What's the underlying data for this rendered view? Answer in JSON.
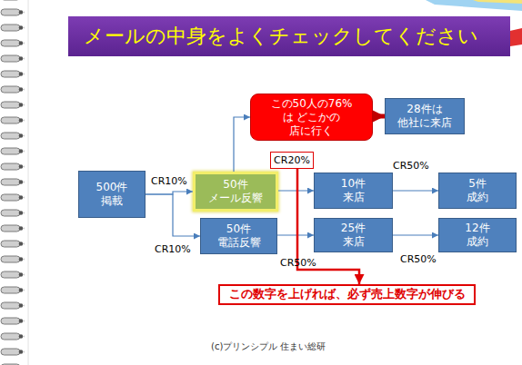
{
  "diagram": {
    "title": "メールの中身をよくチェックしてください",
    "nodes": [
      {
        "text": [
          "この50人の76%は どこかの 店に行く"
        ]
      },
      {
        "text": [
          "28件は 他社に来店"
        ]
      },
      {
        "text": [
          "CR20%"
        ]
      },
      {
        "text": [
          "500件 掲載"
        ]
      },
      {
        "text": [
          "50件 メール反響"
        ]
      },
      {
        "text": [
          "10件 来店"
        ]
      },
      {
        "text": [
          "5件 成約"
        ]
      },
      {
        "text": [
          "50件 電話反響"
        ]
      },
      {
        "text": [
          "25件 来店"
        ]
      },
      {
        "text": [
          "12件 成約"
        ]
      },
      {
        "text": [
          "この数字を上げれば、必ず売上数字が伸びる"
        ]
      }
    ],
    "edges": [
      {
        "from": 3,
        "to": 4,
        "arrow": "to",
        "label": "CR10%"
      },
      {
        "from": 3,
        "to": 7,
        "arrow": "to",
        "label": "CR10%"
      },
      {
        "from": 4,
        "to": 5,
        "arrow": "to"
      },
      {
        "from": 4,
        "to": 0,
        "arrow": "to"
      },
      {
        "from": 0,
        "to": 1,
        "arrow": "to"
      },
      {
        "from": 5,
        "to": 6,
        "arrow": "to",
        "label": "CR50%"
      },
      {
        "from": 7,
        "to": 8,
        "arrow": "to",
        "label": "CR50%"
      },
      {
        "from": 8,
        "to": 9,
        "arrow": "to",
        "label": "CR50%"
      },
      {
        "from": 2,
        "to": 10,
        "arrow": "to"
      }
    ],
    "labels": [
      "(c)プリンシプル 住まい総研"
    ]
  }
}
